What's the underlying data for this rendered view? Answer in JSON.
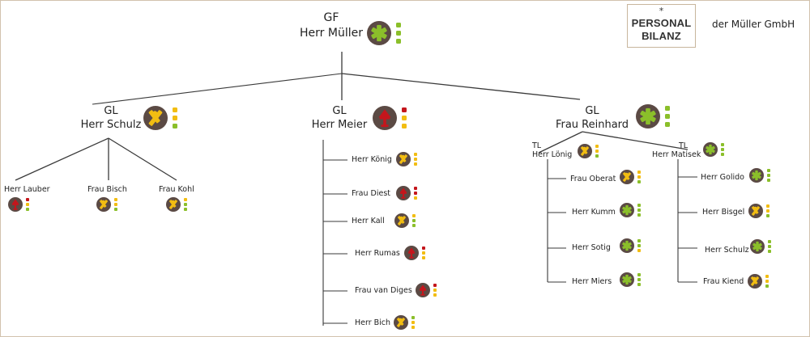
{
  "logo": {
    "line1": "PERSONAL",
    "line2": "BILANZ",
    "star": "*"
  },
  "company": "der Müller GmbH",
  "colors": {
    "icon_bg": "#5b4a44",
    "green": "#8bbf2a",
    "yellow": "#f2bd12",
    "red": "#c4161c",
    "line": "#3a3a3a"
  },
  "root": {
    "role": "GF",
    "name": "Herr Müller",
    "status": "green",
    "lights": [
      "green",
      "green",
      "green"
    ]
  },
  "managers": [
    {
      "role": "GL",
      "name": "Herr Schulz",
      "status": "yellow",
      "lights": [
        "yellow",
        "yellow",
        "green"
      ]
    },
    {
      "role": "GL",
      "name": "Herr Meier",
      "status": "red",
      "lights": [
        "red",
        "yellow",
        "yellow"
      ]
    },
    {
      "role": "GL",
      "name": "Frau Reinhard",
      "status": "green",
      "lights": [
        "green",
        "green",
        "green"
      ]
    }
  ],
  "schulz_team": [
    {
      "name": "Herr Lauber",
      "status": "red",
      "lights": [
        "red",
        "yellow",
        "green"
      ]
    },
    {
      "name": "Frau Bisch",
      "status": "yellow",
      "lights": [
        "yellow",
        "yellow",
        "green"
      ]
    },
    {
      "name": "Frau Kohl",
      "status": "yellow",
      "lights": [
        "yellow",
        "green",
        "green"
      ]
    }
  ],
  "meier_team": [
    {
      "name": "Herr König",
      "status": "yellow",
      "lights": [
        "yellow",
        "yellow",
        "yellow"
      ]
    },
    {
      "name": "Frau Diest",
      "status": "red",
      "lights": [
        "red",
        "red",
        "yellow"
      ]
    },
    {
      "name": "Herr Kall",
      "status": "yellow",
      "lights": [
        "yellow",
        "green",
        "green"
      ]
    },
    {
      "name": "Herr Rumas",
      "status": "red",
      "lights": [
        "red",
        "yellow",
        "yellow"
      ]
    },
    {
      "name": "Frau van Diges",
      "status": "red",
      "lights": [
        "red",
        "yellow",
        "yellow"
      ]
    },
    {
      "name": "Herr Bich",
      "status": "yellow",
      "lights": [
        "green",
        "yellow",
        "yellow"
      ]
    }
  ],
  "team_leads": [
    {
      "role": "TL",
      "name": "Herr Lönig",
      "status": "yellow",
      "lights": [
        "yellow",
        "yellow",
        "green"
      ]
    },
    {
      "role": "TL",
      "name": "Herr Matisek",
      "status": "green",
      "lights": [
        "green",
        "green",
        "green"
      ]
    }
  ],
  "lonig_team": [
    {
      "name": "Frau Oberat",
      "status": "yellow",
      "lights": [
        "yellow",
        "yellow",
        "green"
      ]
    },
    {
      "name": "Herr Kumm",
      "status": "green",
      "lights": [
        "green",
        "green",
        "green"
      ]
    },
    {
      "name": "Herr Sotig",
      "status": "green",
      "lights": [
        "green",
        "green",
        "yellow"
      ]
    },
    {
      "name": "Herr Miers",
      "status": "green",
      "lights": [
        "green",
        "green",
        "green"
      ]
    }
  ],
  "matisek_team": [
    {
      "name": "Herr Golido",
      "status": "green",
      "lights": [
        "green",
        "green",
        "green"
      ]
    },
    {
      "name": "Herr Bisgel",
      "status": "yellow",
      "lights": [
        "yellow",
        "yellow",
        "green"
      ]
    },
    {
      "name": "Herr Schulz",
      "status": "green",
      "lights": [
        "green",
        "green",
        "green"
      ]
    },
    {
      "name": "Frau Kiend",
      "status": "yellow",
      "lights": [
        "yellow",
        "yellow",
        "green"
      ]
    }
  ]
}
